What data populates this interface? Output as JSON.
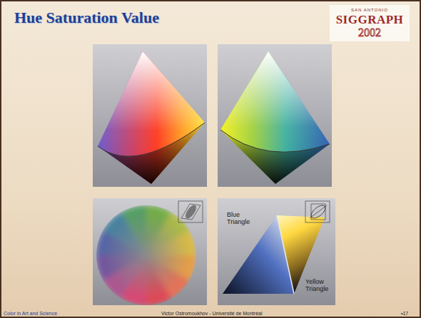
{
  "diagram": {
    "title": "Hue Saturation Value",
    "nodes": [
      {
        "text": [
          "SAN ANTONIO",
          "SIGGRAPH",
          "2002"
        ]
      }
    ],
    "labels": [
      "Blue Triangle",
      "Yellow Triangle",
      "Color in Art and Science",
      "Victor Ostromoukhov - Université de Montréal",
      "•17"
    ]
  }
}
